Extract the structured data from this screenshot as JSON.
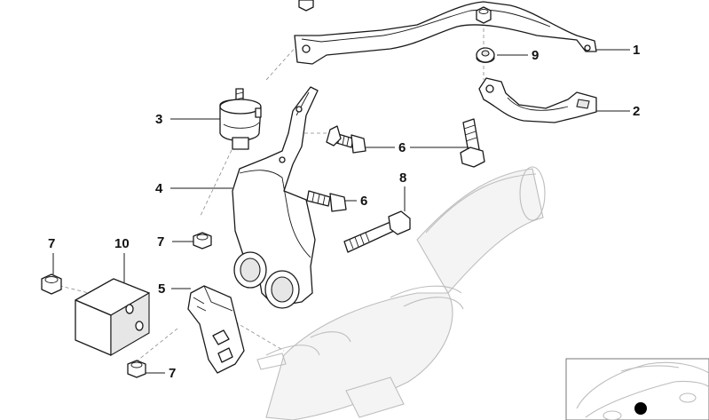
{
  "callouts": {
    "c1": "1",
    "c2": "2",
    "c3": "3",
    "c4": "4",
    "c5": "5",
    "c6a": "6",
    "c6b": "6",
    "c7a": "7",
    "c7b": "7",
    "c7c": "7",
    "c8": "8",
    "c9": "9",
    "c10": "10"
  },
  "colors": {
    "line": "#1a1a1a",
    "ghost": "#bdbdbd",
    "background": "#ffffff"
  }
}
